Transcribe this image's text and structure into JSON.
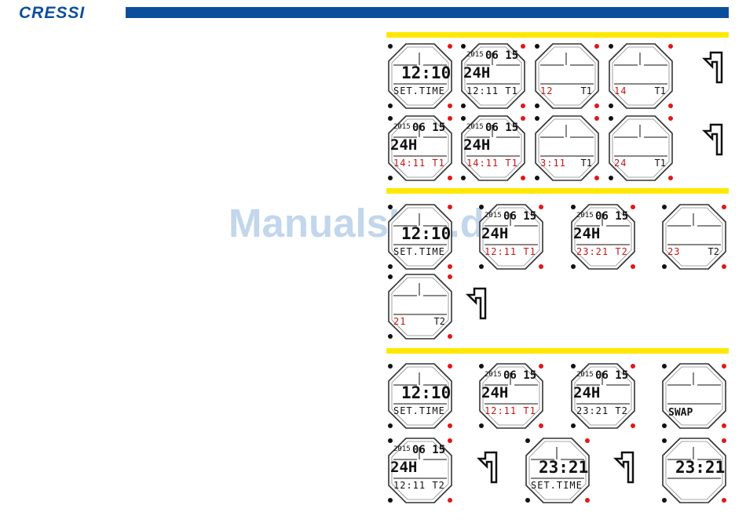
{
  "header": {
    "brand": "CRESSI",
    "band_color": "#0b4f9c"
  },
  "watermark": "ManualsLib.de",
  "sections": [
    {
      "rows": [
        {
          "watches": [
            {
              "big": "12:10",
              "lo": "SET.TIME"
            },
            {
              "year": "2015",
              "date": "06 15",
              "bigl": "24H",
              "lo": "12:11 T1"
            },
            {
              "lo": "12",
              "lt": "T1",
              "red": true
            },
            {
              "lo": "14",
              "lt": "T1",
              "red": true
            }
          ]
        },
        {
          "watches": [
            {
              "year": "2015",
              "date": "06 15",
              "bigl": "24H",
              "lo": "14:11 T1",
              "red": true
            },
            {
              "year": "2015",
              "date": "06 15",
              "bigl": "24H",
              "lo": "14:11 T1",
              "red": true
            },
            {
              "lo": "3:11",
              "lt": "T1",
              "red": true
            },
            {
              "lo": "24",
              "lt": "T1",
              "red": true
            }
          ]
        }
      ]
    },
    {
      "rows": [
        {
          "watches": [
            {
              "big": "12:10",
              "lo": "SET.TIME"
            },
            {
              "year": "2015",
              "date": "06 15",
              "bigl": "24H",
              "lo": "12:11 T1",
              "red": true
            },
            {
              "year": "2015",
              "date": "06 15",
              "bigl": "24H",
              "lo": "23:21 T2",
              "red": true
            },
            {
              "lo": "23",
              "lt": "T2",
              "red": true
            }
          ]
        },
        {
          "watches": [
            {
              "lo": "21",
              "lt": "T2",
              "red": true
            }
          ]
        }
      ]
    },
    {
      "rows": [
        {
          "watches": [
            {
              "big": "12:10",
              "lo": "SET.TIME"
            },
            {
              "year": "2015",
              "date": "06 15",
              "bigl": "24H",
              "lo": "12:11 T1",
              "red": true
            },
            {
              "year": "2015",
              "date": "06 15",
              "bigl": "24H",
              "lo": "23:21 T2"
            },
            {
              "mid": "SWAP"
            }
          ]
        },
        {
          "watches": [
            {
              "year": "2015",
              "date": "06 15",
              "bigl": "24H",
              "lo": "12:11 T2"
            },
            {
              "big": "23:21",
              "lo": "SET.TIME"
            },
            {
              "big": "23:21"
            }
          ]
        }
      ]
    }
  ]
}
